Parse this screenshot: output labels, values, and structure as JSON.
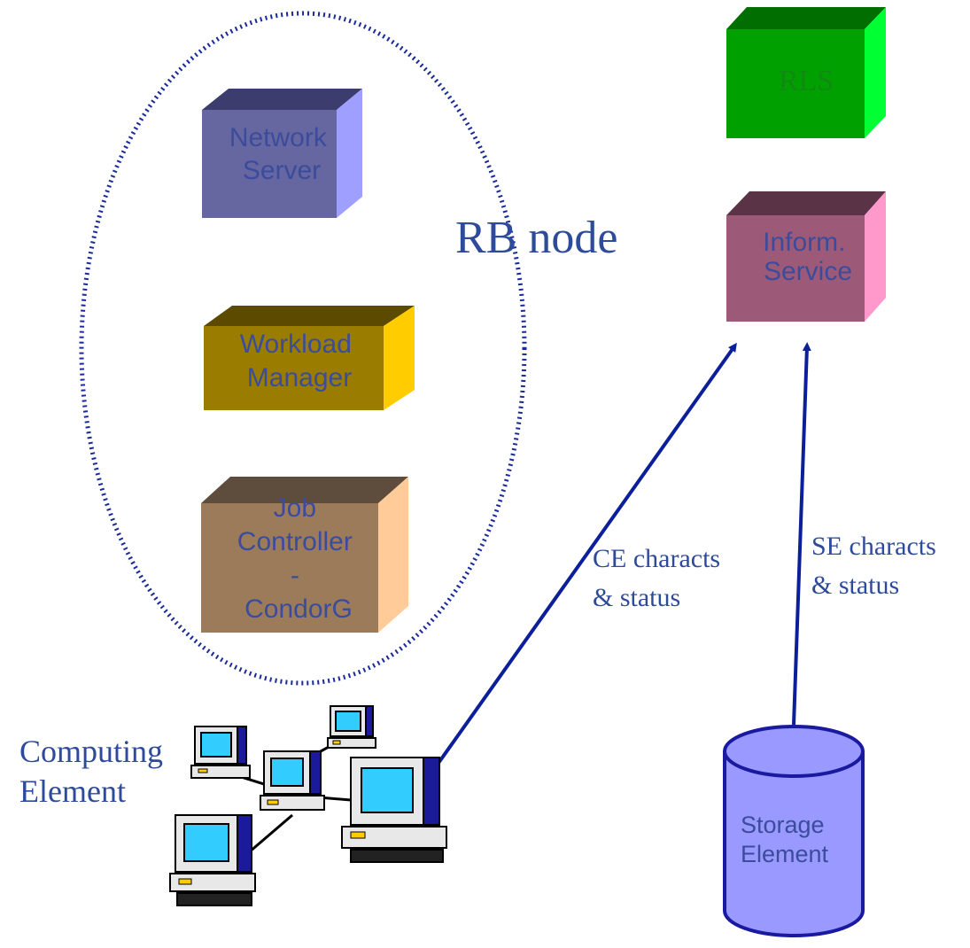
{
  "diagram": {
    "rb_node_label": "RB node",
    "components": {
      "network_server": [
        "Network",
        "Server"
      ],
      "workload_manager": [
        "Workload",
        "Manager"
      ],
      "job_controller": [
        "Job",
        "Controller",
        "-",
        "CondorG"
      ],
      "rls": [
        "RLS"
      ],
      "information_service": [
        "Inform.",
        "Service"
      ],
      "storage_element": [
        "Storage",
        "Element"
      ],
      "computing_element": [
        "Computing",
        "Element"
      ]
    },
    "edges": {
      "ce_to_is": [
        "CE characts",
        "& status"
      ],
      "se_to_is": [
        "SE characts",
        "& status"
      ]
    },
    "colors": {
      "network_server": "#6666a0",
      "workload_manager": "#9a7d00",
      "job_controller": "#9c7b5b",
      "rls": "#00a000",
      "information_service": "#9c5a78",
      "storage_element": "#9999ff",
      "arrow": "#0b1f9a",
      "dotted_ellipse": "#1a2a9a"
    }
  }
}
